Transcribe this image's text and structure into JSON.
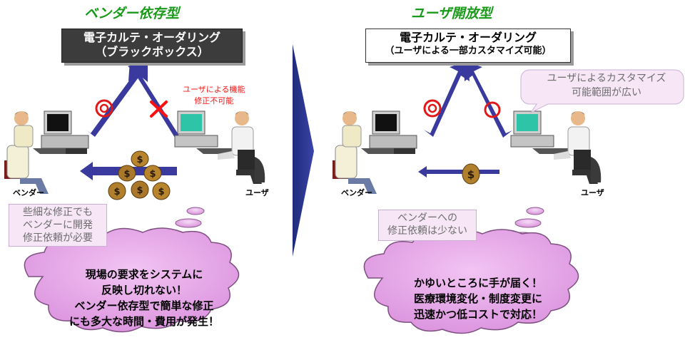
{
  "left": {
    "title": "ベンダー依存型",
    "system_line1": "電子カルテ・オーダリング",
    "system_line2": "（ブラックボックス）",
    "function_note_line1": "ユーザによる機能",
    "function_note_line2": "修正不可能",
    "vendor_label": "ベンダー",
    "user_label": "ユーザ",
    "note_line1": "些細な修正でも",
    "note_line2": "ベンダーに開発",
    "note_line3": "修正依頼が必要",
    "cloud_line1": "現場の要求をシステムに",
    "cloud_line2": "反映し切れない！",
    "cloud_line3": "ベンダー依存型で簡単な修正",
    "cloud_line4": "にも多大な時間・費用が発生！"
  },
  "right": {
    "title": "ユーザ開放型",
    "system_line1": "電子カルテ・オーダリング",
    "system_line2": "（ユーザによる一部カスタマイズ可能）",
    "speech_line1": "ユーザによるカスタマイズ",
    "speech_line2": "可能範囲が広い",
    "vendor_label": "ベンダー",
    "user_label": "ユーザ",
    "note_line1": "ベンダーへの",
    "note_line2": "修正依頼は少ない",
    "cloud_line1": "かゆいところに手が届く！",
    "cloud_line2": "医療環境変化・制度変更に",
    "cloud_line3": "迅速かつ低コストで対応！"
  },
  "colors": {
    "title_green": "#1a9a1a",
    "arrow_blue": "#3a3a9e",
    "target_red": "#e01818",
    "cloud_pink": "#e8a6ea",
    "note_bg": "#f6e6f6",
    "cross_red": "#ff1010"
  },
  "icons": [
    "vendor-person-icon",
    "user-person-icon",
    "money-bag-icon",
    "target-icon",
    "cross-icon",
    "transition-arrow-icon"
  ]
}
